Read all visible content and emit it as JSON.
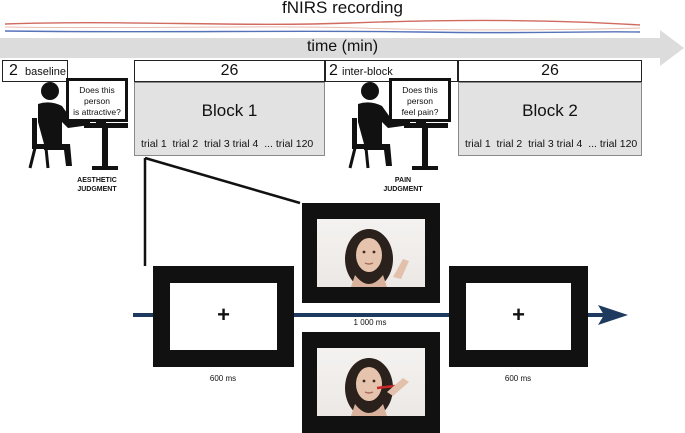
{
  "recording": {
    "title": "fNIRS recording"
  },
  "timeline": {
    "label": "time (min)"
  },
  "baseline": {
    "num": "2",
    "label": "baseline"
  },
  "interblock": {
    "num": "2",
    "label": "inter-block"
  },
  "block1": {
    "duration": "26",
    "name": "Block 1",
    "trials": [
      "trial 1",
      "trial 2",
      "trial 3",
      "trial 4",
      "...",
      "trial 120"
    ]
  },
  "block2": {
    "duration": "26",
    "name": "Block 2",
    "trials": [
      "trial 1",
      "trial 2",
      "trial 3",
      "trial 4",
      "...",
      "trial 120"
    ]
  },
  "task1": {
    "question_line1": "Does this person",
    "question_line2": "is attractive?",
    "label_line1": "AESTHETIC",
    "label_line2": "JUDGMENT"
  },
  "task2": {
    "question_line1": "Does this person",
    "question_line2": "feel pain?",
    "label_line1": "PAIN",
    "label_line2": "JUDGMENT"
  },
  "trial_sequence": {
    "fixation_symbol": "+",
    "fix1_duration": "600 ms",
    "stim_duration": "1 000 ms",
    "fix2_duration": "600 ms"
  },
  "colors": {
    "signal_red": "#c0392b",
    "signal_blue": "#2b4fa8",
    "trial_arrow": "#1e3a5f",
    "arrow_gray": "#dcdcdc"
  }
}
